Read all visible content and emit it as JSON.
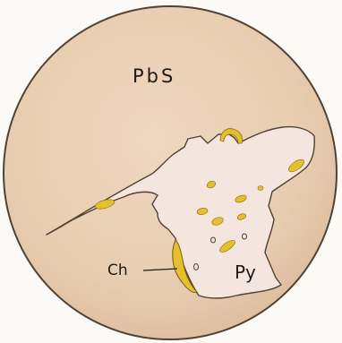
{
  "labels": {
    "matrix": "PbS",
    "chalcopyrite": "Ch",
    "pyrite": "Py"
  },
  "colors": {
    "paper": "#fbfaf6",
    "field": "#ead0b6",
    "field_edge": "#514236",
    "pyrite_grain": "#f4e5df",
    "inclusion": "#e4c12c",
    "ink": "#1f1a16"
  }
}
